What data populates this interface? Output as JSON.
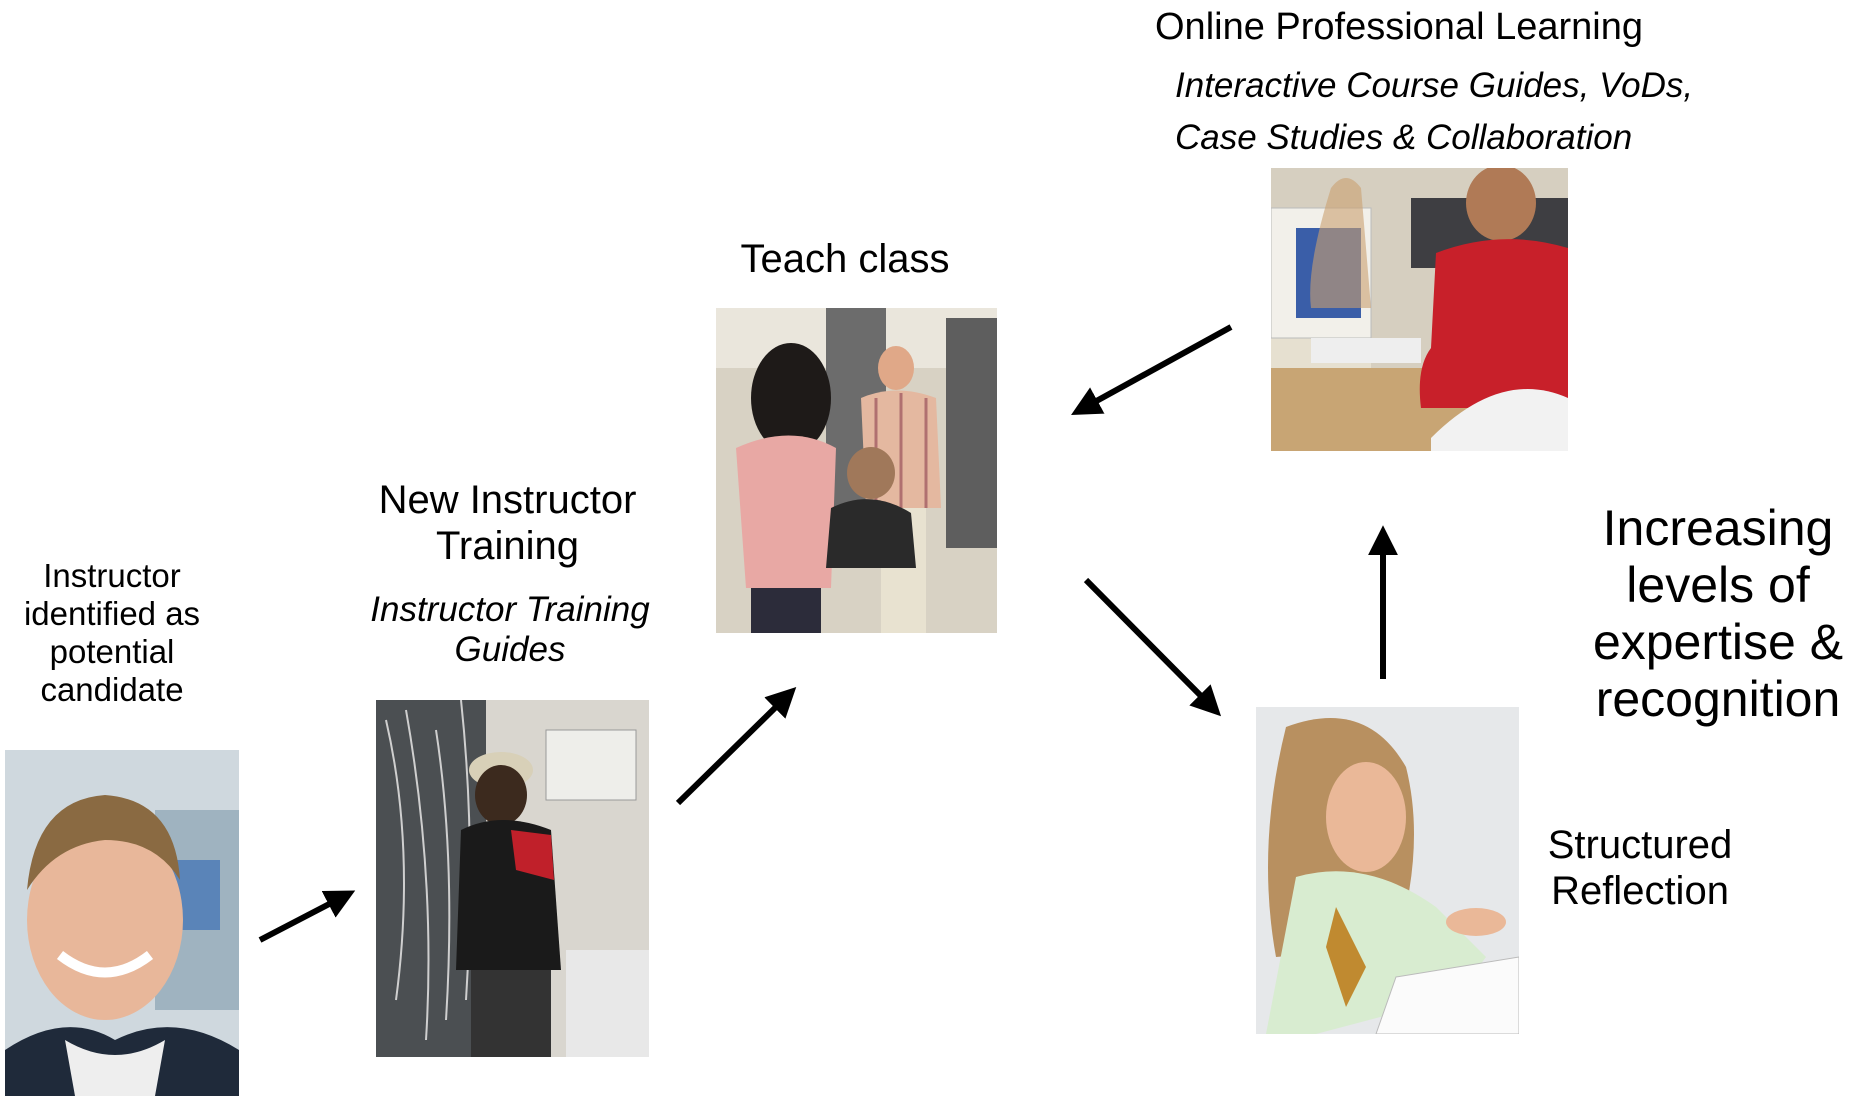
{
  "steps": {
    "candidate": {
      "title": "Instructor identified as potential candidate",
      "photo_icon": "person-portrait-icon"
    },
    "training": {
      "title": "New Instructor Training",
      "subtitle": "Instructor Training Guides",
      "photo_icon": "student-at-rack-icon"
    },
    "teach": {
      "title": "Teach class",
      "photo_icon": "classroom-icon"
    },
    "online": {
      "title": "Online Professional Learning",
      "subtitle_line1": "Interactive Course Guides, VoDs,",
      "subtitle_line2": "Case Studies & Collaboration",
      "photo_icon": "computer-lab-icon"
    },
    "reflection": {
      "title_line1": "Structured",
      "title_line2": "Reflection",
      "photo_icon": "writing-student-icon"
    }
  },
  "side_note": {
    "line1": "Increasing",
    "line2": "levels of",
    "line3": "expertise &",
    "line4": "recognition"
  },
  "colors": {
    "arrow": "#000000",
    "background": "#ffffff"
  }
}
